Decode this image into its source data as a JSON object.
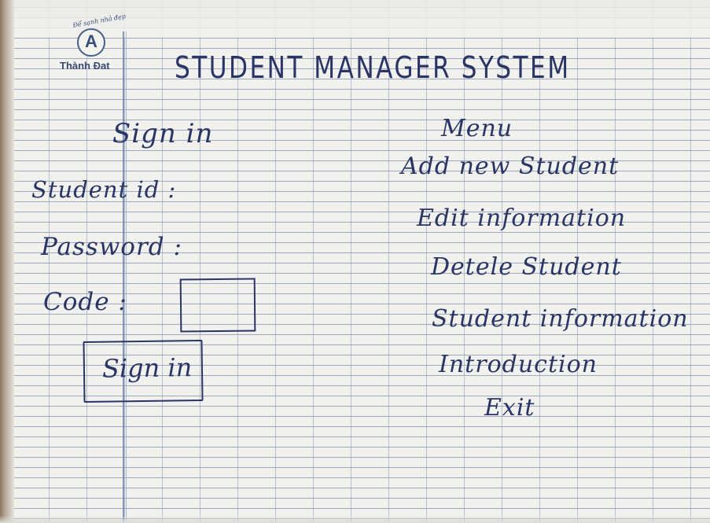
{
  "logo": {
    "letter": "A",
    "slogan": "Để sạnh nhả đẹp",
    "name": "Thành Đat"
  },
  "title": "STUDENT  MANAGER  SYSTEM",
  "signin_form": {
    "heading": "Sign  in",
    "student_id_label": "Student id :",
    "password_label": "Password :",
    "code_label": "Code :",
    "submit_label": "Sign in"
  },
  "menu": {
    "title": "Menu",
    "items": [
      "Add new Student",
      "Edit information",
      "Detele Student",
      "Student information",
      "Introduction",
      "Exit"
    ]
  },
  "colors": {
    "ink": "#2a3566",
    "paper": "#f1f1ee",
    "grid": "#9ea9bd",
    "margin_line": "#6f86b5"
  }
}
